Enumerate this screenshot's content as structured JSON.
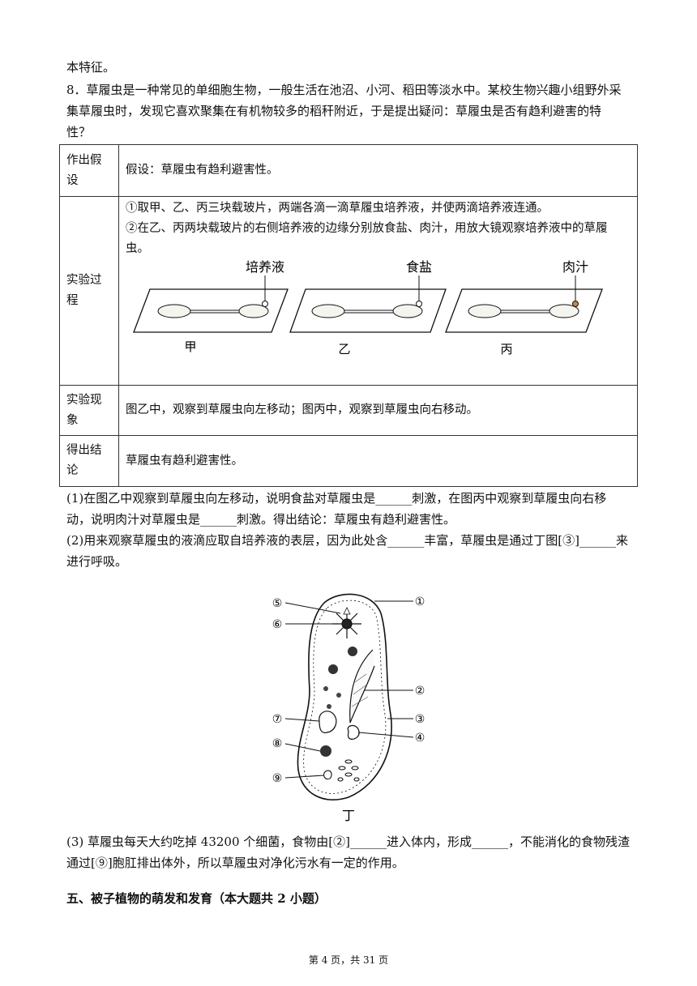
{
  "intro_tail": "本特征。",
  "question": {
    "line1": "8．草履虫是一种常见的单细胞生物，一般生活在池沼、小河、稻田等淡水中。某校生物兴趣小组野外采",
    "line2": "集草履虫时，发现它喜欢聚集在有机物较多的稻秆附近，于是提出疑问：草履虫是否有趋利避害的特",
    "line3": "性？"
  },
  "table": {
    "row1": {
      "h1": "作出假",
      "h2": "设",
      "content": "假设：草履虫有趋利避害性。"
    },
    "row2": {
      "h1": "实验过",
      "h2": "程",
      "c1": "①取甲、乙、丙三块载玻片，两端各滴一滴草履虫培养液，并使两滴培养液连通。",
      "c2": "②在乙、丙两块载玻片的右侧培养液的边缘分别放食盐、肉汁，用放大镜观察培养液中的草履",
      "c3": "虫。"
    },
    "row3": {
      "h1": "实验现",
      "h2": "象",
      "content": "图乙中，观察到草履虫向左移动；图丙中，观察到草履虫向右移动。"
    },
    "row4": {
      "h1": "得出结",
      "h2": "论",
      "content": "草履虫有趋利避害性。"
    }
  },
  "slides_figure": {
    "slides": [
      {
        "name": "甲",
        "label": "培养液"
      },
      {
        "name": "乙",
        "label": "食盐"
      },
      {
        "name": "丙",
        "label": "肉汁"
      }
    ]
  },
  "q1": {
    "line1": "(1)在图乙中观察到草履虫向左移动，说明食盐对草履虫是______刺激，在图丙中观察到草履虫向右移",
    "line2": "动，说明肉汁对草履虫是______刺激。得出结论：草履虫有趋利避害性。"
  },
  "q2": {
    "line1": "(2)用来观察草履虫的液滴应取自培养液的表层，因为此处含______丰富，草履虫是通过丁图[③]______来",
    "line2": "进行呼吸。"
  },
  "paramecium_figure": {
    "caption": "丁",
    "labels": [
      "⑤",
      "⑥",
      "⑦",
      "⑧",
      "⑨",
      "①",
      "②",
      "③",
      "④"
    ]
  },
  "q3": {
    "line1": "(3) 草履虫每天大约吃掉 43200 个细菌，食物由[②]______进入体内，形成______，不能消化的食物残渣",
    "line2": "通过[⑨]胞肛排出体外，所以草履虫对净化污水有一定的作用。"
  },
  "section_title": "五、被子植物的萌发和发育（本大题共 2 小题）",
  "footer": "第 4 页，共 31 页"
}
